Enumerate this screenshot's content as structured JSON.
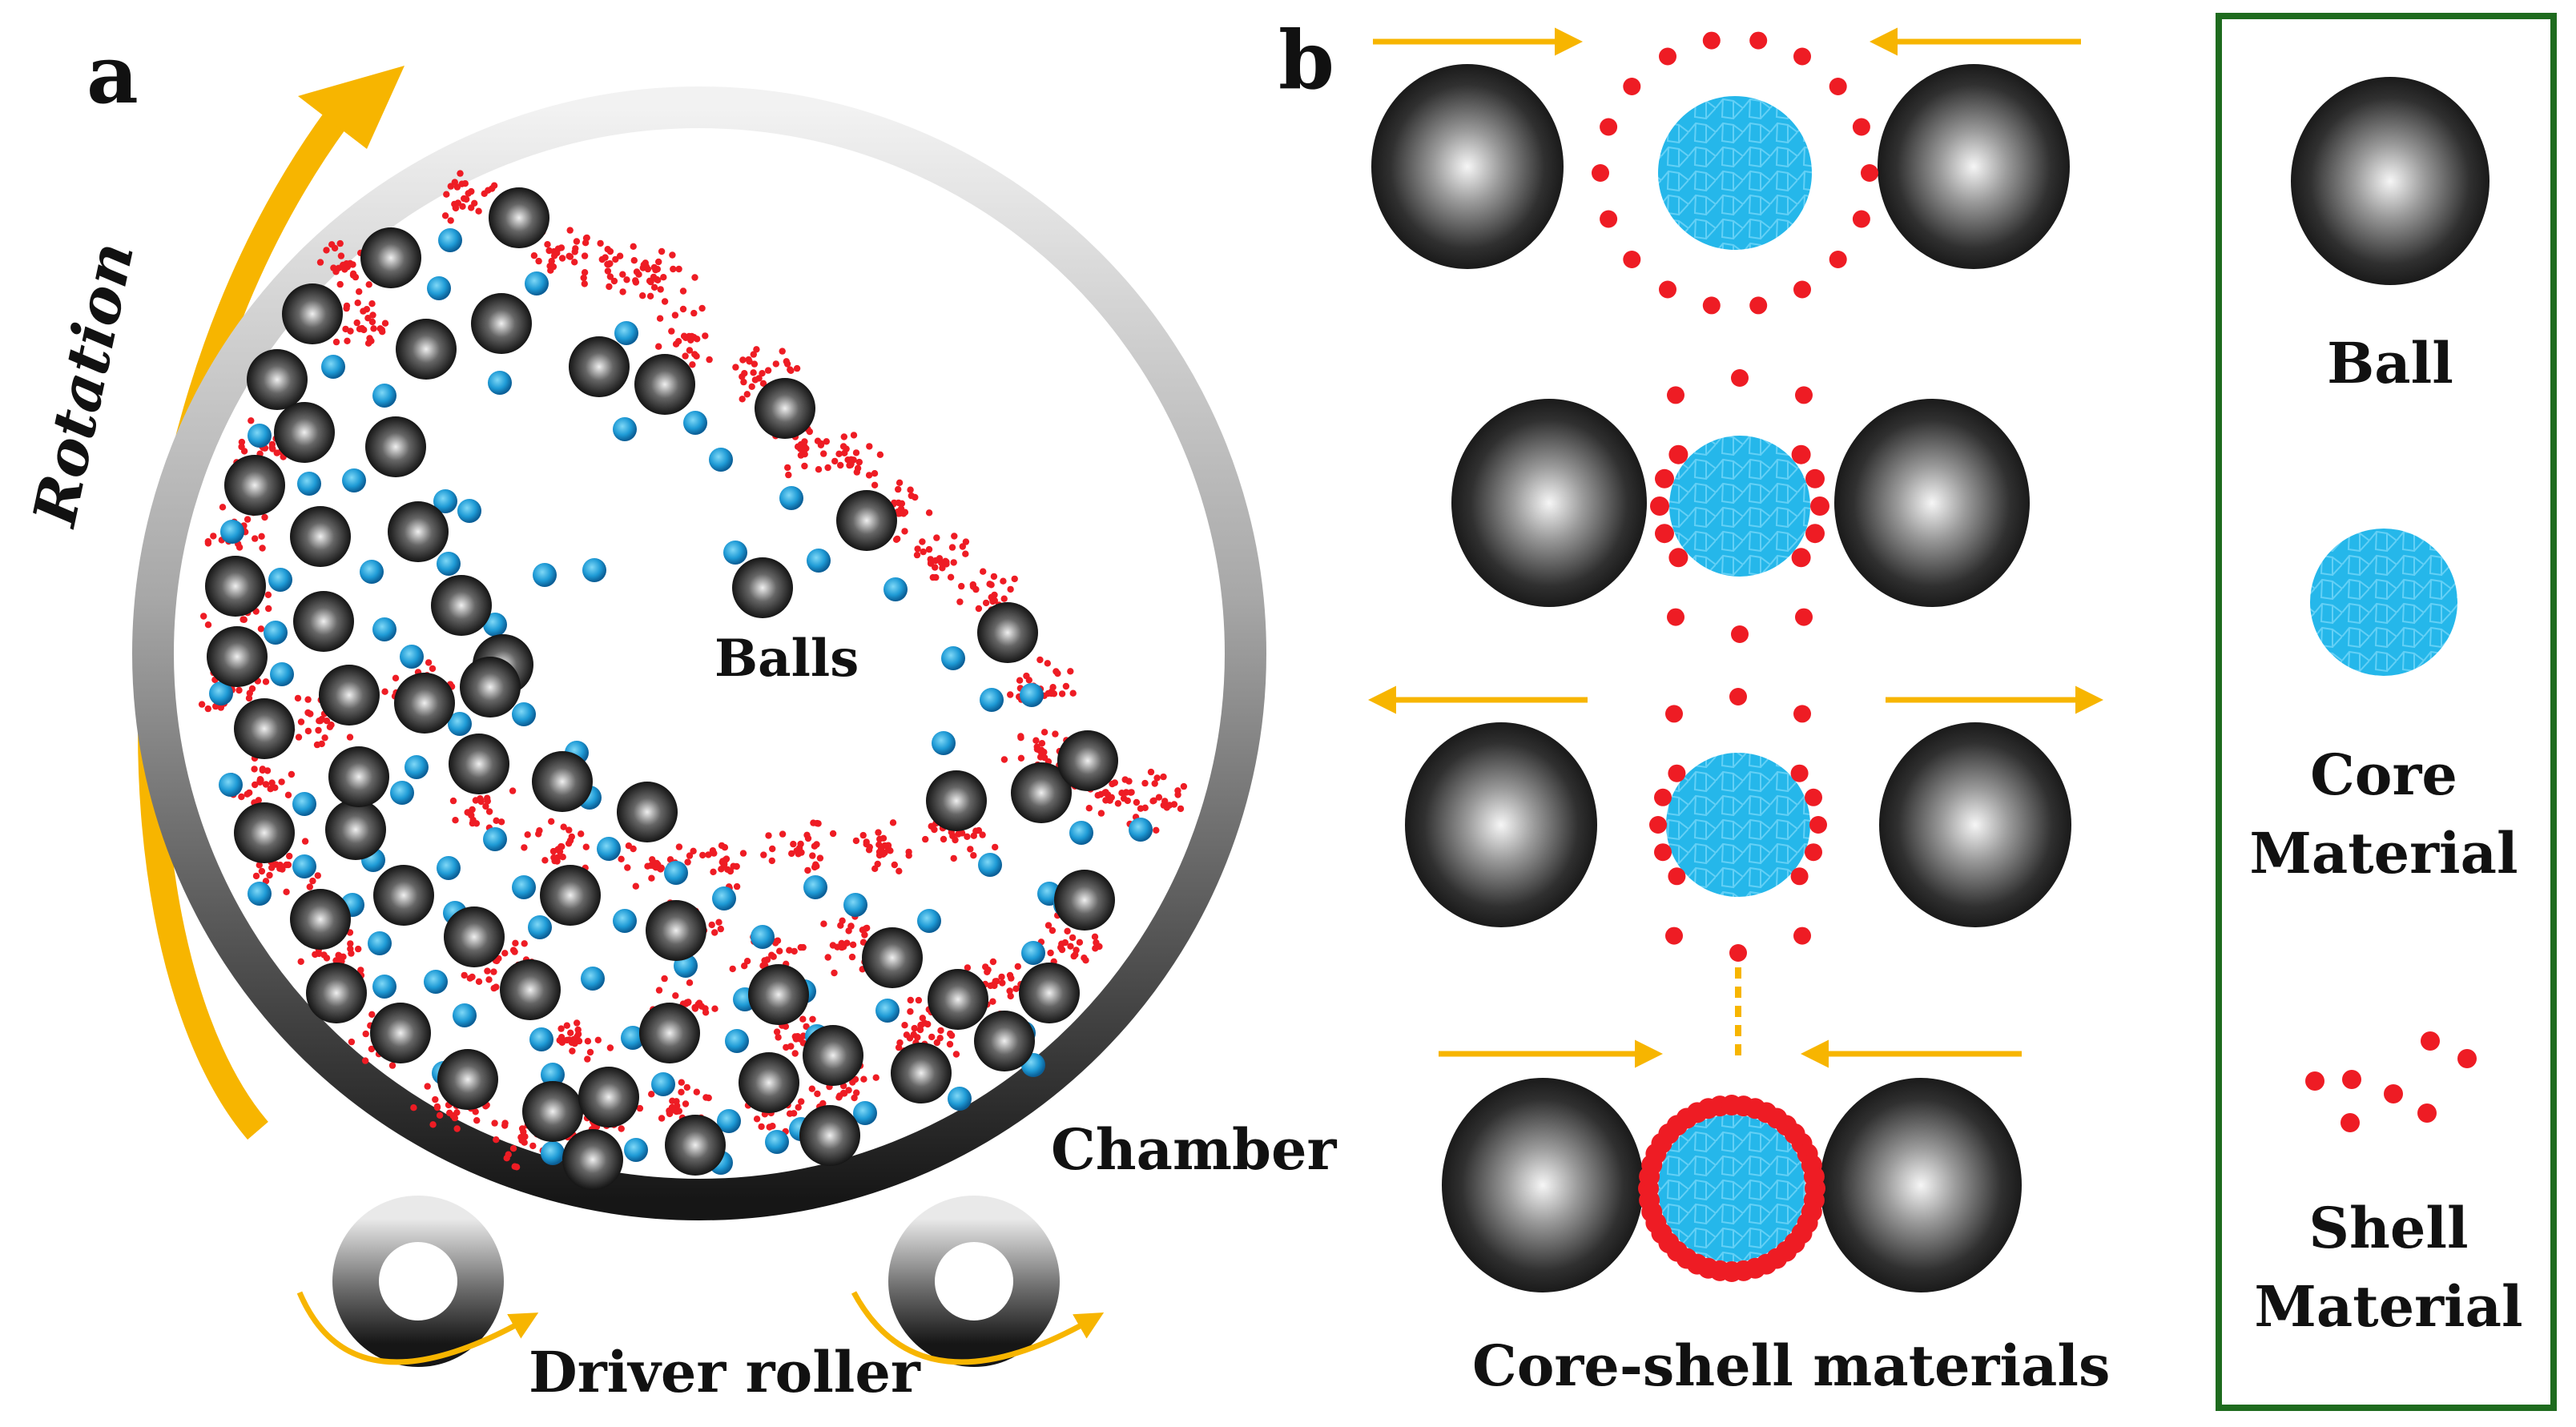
{
  "panel_a": {
    "label": "a",
    "rotation_label": "Rotation",
    "balls_label": "Balls",
    "chamber_label": "Chamber",
    "roller_label": "Driver roller"
  },
  "panel_b": {
    "label": "b",
    "result_label": "Core-shell materials"
  },
  "legend": {
    "ball_label": "Ball",
    "core_label_1": "Core",
    "core_label_2": "Material",
    "shell_label_1": "Shell",
    "shell_label_2": "Material"
  },
  "colors": {
    "ball_dark": "#1e1e1e",
    "ball_light": "#f4f4f4",
    "core": "#1fb3e8",
    "shell": "#ee1c24",
    "arrow": "#f7b500",
    "legend_border": "#1e6b1e"
  }
}
